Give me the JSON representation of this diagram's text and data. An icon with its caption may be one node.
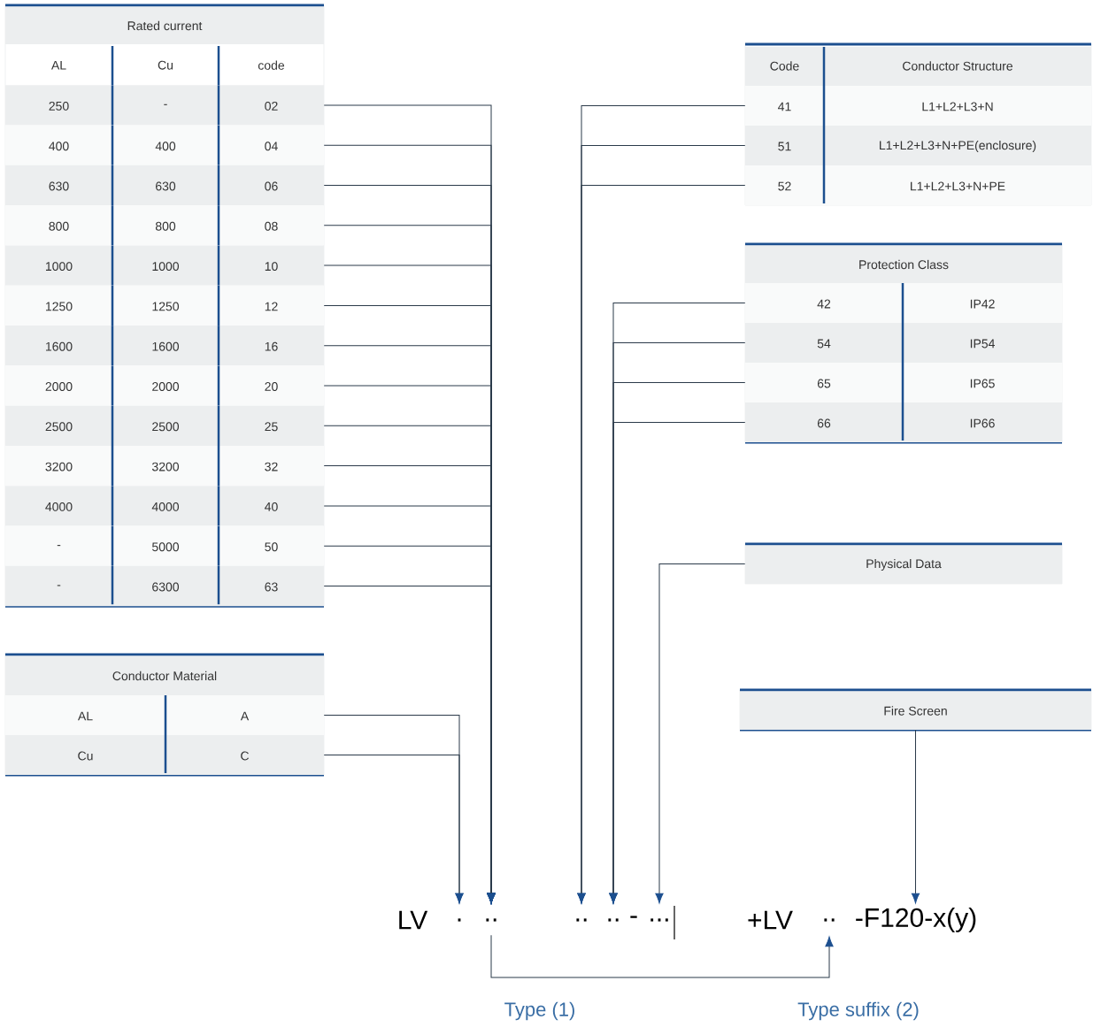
{
  "diagram": {
    "nodes": [
      {
        "text": [
          "Rated current",
          "AL",
          "Cu",
          "code"
        ]
      },
      {
        "text": [
          "250",
          "-",
          "02"
        ],
        "in": 0
      },
      {
        "text": [
          "400",
          "400",
          "04"
        ],
        "in": 0
      },
      {
        "text": [
          "630",
          "630",
          "06"
        ],
        "in": 0
      },
      {
        "text": [
          "800",
          "800",
          "08"
        ],
        "in": 0
      },
      {
        "text": [
          "1000",
          "1000",
          "10"
        ],
        "in": 0
      },
      {
        "text": [
          "1250",
          "1250",
          "12"
        ],
        "in": 0
      },
      {
        "text": [
          "1600",
          "1600",
          "16"
        ],
        "in": 0
      },
      {
        "text": [
          "2000",
          "2000",
          "20"
        ],
        "in": 0
      },
      {
        "text": [
          "2500",
          "2500",
          "25"
        ],
        "in": 0
      },
      {
        "text": [
          "3200",
          "3200",
          "32"
        ],
        "in": 0
      },
      {
        "text": [
          "4000",
          "4000",
          "40"
        ],
        "in": 0
      },
      {
        "text": [
          "-",
          "5000",
          "50"
        ],
        "in": 0
      },
      {
        "text": [
          "-",
          "6300",
          "63"
        ],
        "in": 0
      },
      {
        "text": [
          "Conductor Material"
        ]
      },
      {
        "text": [
          "AL",
          "A"
        ],
        "in": 14
      },
      {
        "text": [
          "Cu",
          "C"
        ],
        "in": 14
      },
      {
        "text": [
          "Code",
          "Conductor Structure"
        ]
      },
      {
        "text": [
          "41",
          "L1+L2+L3+N"
        ],
        "in": 17
      },
      {
        "text": [
          "51",
          "L1+L2+L3+N+PE(enclosure)"
        ],
        "in": 17
      },
      {
        "text": [
          "52",
          "L1+L2+L3+N+PE"
        ],
        "in": 17
      },
      {
        "text": [
          "Protection Class"
        ]
      },
      {
        "text": [
          "42",
          "IP42"
        ],
        "in": 21
      },
      {
        "text": [
          "54",
          "IP54"
        ],
        "in": 21
      },
      {
        "text": [
          "65",
          "IP65"
        ],
        "in": 21
      },
      {
        "text": [
          "66",
          "IP66"
        ],
        "in": 21
      },
      {
        "text": [
          "Physical Data"
        ]
      },
      {
        "text": [
          "Fire Screen"
        ]
      },
      {
        "text": [
          "."
        ]
      },
      {
        "text": [
          ".."
        ]
      },
      {
        "text": [
          ".."
        ]
      },
      {
        "text": [
          ".."
        ]
      },
      {
        "text": [
          "..."
        ]
      },
      {
        "text": [
          ".."
        ]
      },
      {
        "text": [
          "-F120-x(y)"
        ]
      }
    ],
    "edges": [
      {
        "from": 15,
        "to": 28,
        "arrow": "to"
      },
      {
        "from": 16,
        "to": 28,
        "arrow": "to"
      },
      {
        "from": 1,
        "to": 29,
        "arrow": "to"
      },
      {
        "from": 2,
        "to": 29,
        "arrow": "to"
      },
      {
        "from": 3,
        "to": 29,
        "arrow": "to"
      },
      {
        "from": 4,
        "to": 29,
        "arrow": "to"
      },
      {
        "from": 5,
        "to": 29,
        "arrow": "to"
      },
      {
        "from": 6,
        "to": 29,
        "arrow": "to"
      },
      {
        "from": 7,
        "to": 29,
        "arrow": "to"
      },
      {
        "from": 8,
        "to": 29,
        "arrow": "to"
      },
      {
        "from": 9,
        "to": 29,
        "arrow": "to"
      },
      {
        "from": 10,
        "to": 29,
        "arrow": "to"
      },
      {
        "from": 11,
        "to": 29,
        "arrow": "to"
      },
      {
        "from": 12,
        "to": 29,
        "arrow": "to"
      },
      {
        "from": 13,
        "to": 29,
        "arrow": "to"
      },
      {
        "from": 18,
        "to": 30,
        "arrow": "to"
      },
      {
        "from": 19,
        "to": 30,
        "arrow": "to"
      },
      {
        "from": 20,
        "to": 30,
        "arrow": "to"
      },
      {
        "from": 22,
        "to": 31,
        "arrow": "to"
      },
      {
        "from": 23,
        "to": 31,
        "arrow": "to"
      },
      {
        "from": 24,
        "to": 31,
        "arrow": "to"
      },
      {
        "from": 25,
        "to": 31,
        "arrow": "to"
      },
      {
        "from": 26,
        "to": 32,
        "arrow": "to"
      },
      {
        "from": 27,
        "to": 34,
        "arrow": "to"
      },
      {
        "from": 29,
        "to": 33,
        "arrow": "to"
      }
    ],
    "labels": [
      "LV",
      "-",
      "+LV",
      "Type (1)",
      "Type suffix (2)"
    ]
  }
}
